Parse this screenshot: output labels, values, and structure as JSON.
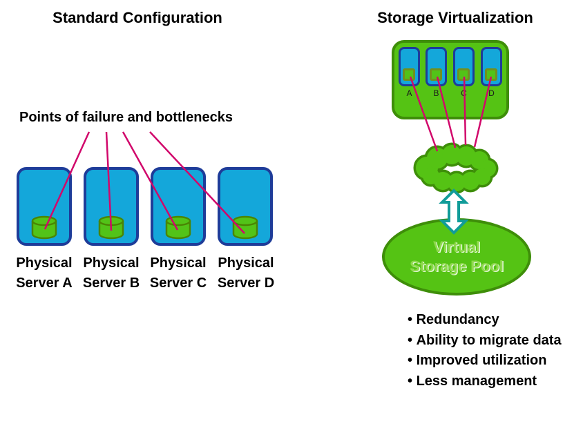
{
  "left": {
    "title": "Standard Configuration",
    "callout": "Points of failure and bottlenecks",
    "servers": [
      {
        "line1": "Physical",
        "line2": "Server A"
      },
      {
        "line1": "Physical",
        "line2": "Server B"
      },
      {
        "line1": "Physical",
        "line2": "Server C"
      },
      {
        "line1": "Physical",
        "line2": "Server D"
      }
    ]
  },
  "right": {
    "title": "Storage Virtualization",
    "array_labels": [
      "A",
      "B",
      "C",
      "D"
    ],
    "pool": {
      "line1": "Virtual",
      "line2": "Storage Pool"
    },
    "bullets": [
      "Redundancy",
      "Ability to migrate data",
      "Improved utilization",
      "Less management"
    ]
  },
  "icons": {
    "disk-cylinder-icon": "green storage cylinder",
    "disk-square-icon": "small green disk square",
    "network-cloud-icon": "green cloud",
    "updown-arrow-icon": "teal double-headed vertical arrow"
  },
  "colors": {
    "blue-fill": "#14A7DA",
    "blue-border": "#1E3C99",
    "green-fill": "#55C314",
    "green-border": "#3E8E09",
    "disk-fill": "#52C318",
    "disk-border": "#4A8504",
    "square-border": "#71901F",
    "connector": "#D1076B",
    "arrow-stroke": "#119C99",
    "pool-text": "#8FD94E",
    "text": "#000000"
  }
}
